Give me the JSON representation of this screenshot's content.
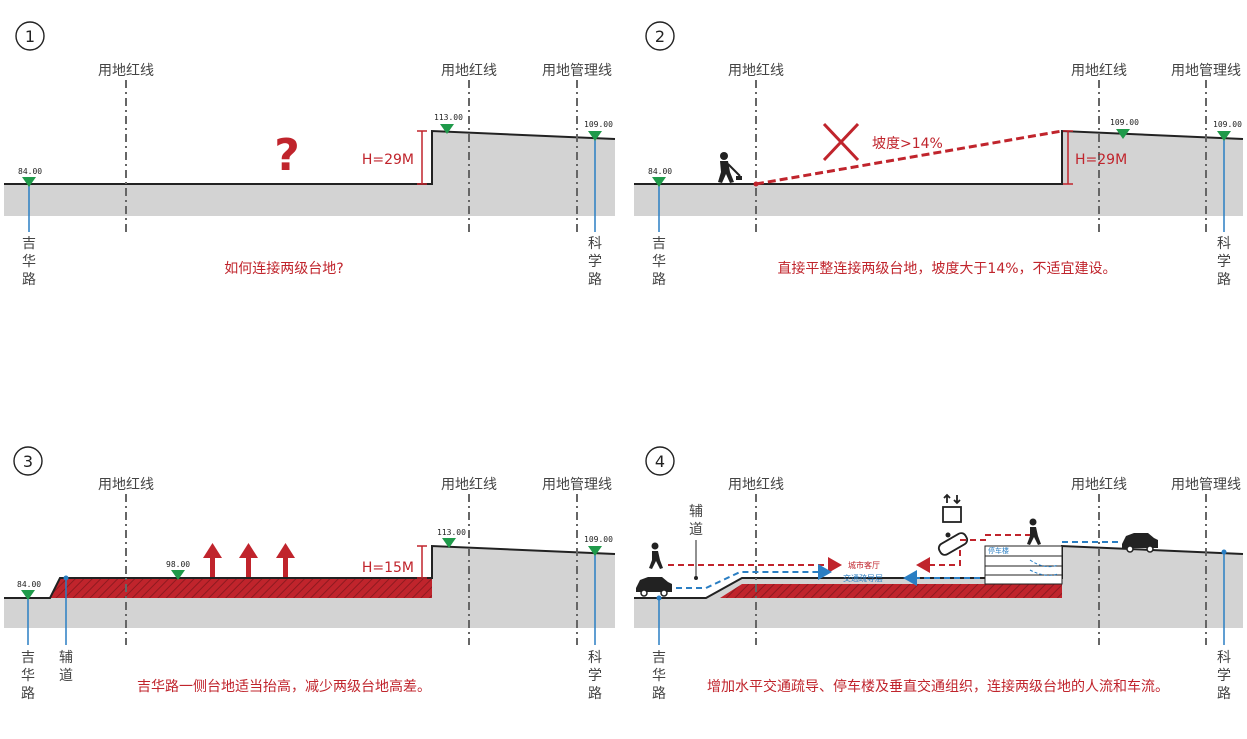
{
  "colors": {
    "red": "#c0242c",
    "ground": "#d3d3d3",
    "green": "#1f9a4a",
    "blue": "#2a7ec3",
    "dash": "#666666",
    "dark": "#222222"
  },
  "labels": {
    "redline": "用地红线",
    "mgmt": "用地管理线",
    "road_left": [
      "吉",
      "华",
      "路"
    ],
    "road_right": [
      "科",
      "学",
      "路"
    ],
    "aux_v": [
      "辅",
      "道"
    ],
    "height29": "H=29M",
    "height15": "H=15M",
    "question": "?",
    "slope": "坡度>14%",
    "city_hall": "城市客厅",
    "traffic_layer": "交通疏导层",
    "parking": "停车楼"
  },
  "panels": [
    {
      "num": "1",
      "elev_low": "84.00",
      "elev_high": "113.00",
      "elev_right": "109.00",
      "caption": "如何连接两级台地?"
    },
    {
      "num": "2",
      "elev_low": "84.00",
      "elev_high": "109.00",
      "elev_right": "109.00",
      "caption": "直接平整连接两级台地，坡度大于14%，不适宜建设。"
    },
    {
      "num": "3",
      "elev_low": "84.00",
      "elev_mid": "98.00",
      "elev_high": "113.00",
      "elev_right": "109.00",
      "caption": "吉华路一侧台地适当抬高，减少两级台地高差。"
    },
    {
      "num": "4",
      "caption": "增加水平交通疏导、停车楼及垂直交通组织，连接两级台地的人流和车流。"
    }
  ]
}
